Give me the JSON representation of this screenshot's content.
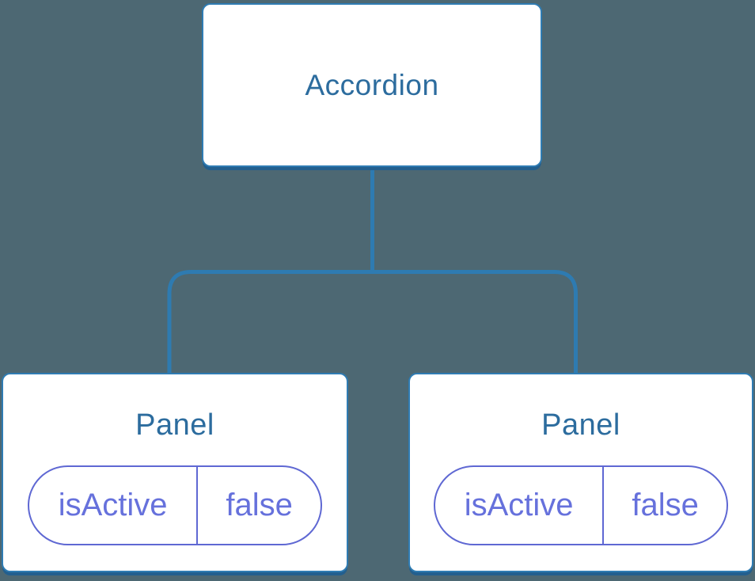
{
  "diagram": {
    "description": "React component tree diagram: Accordion parent with two Panel children holding isActive state",
    "root": {
      "label": "Accordion"
    },
    "panels": [
      {
        "title": "Panel",
        "state": {
          "name": "isActive",
          "value": "false"
        }
      },
      {
        "title": "Panel",
        "state": {
          "name": "isActive",
          "value": "false"
        }
      }
    ],
    "colors": {
      "background": "#4D6873",
      "connector_line": "#2E7BB1",
      "node_fill": "#FFFFFF",
      "node_border": "#2F7CB3",
      "node_bottom_shadow": "#235F8E",
      "heading_text": "#2C6C9E",
      "state_pill_border": "#5F68D3",
      "state_pill_text": "#6671DC"
    }
  }
}
